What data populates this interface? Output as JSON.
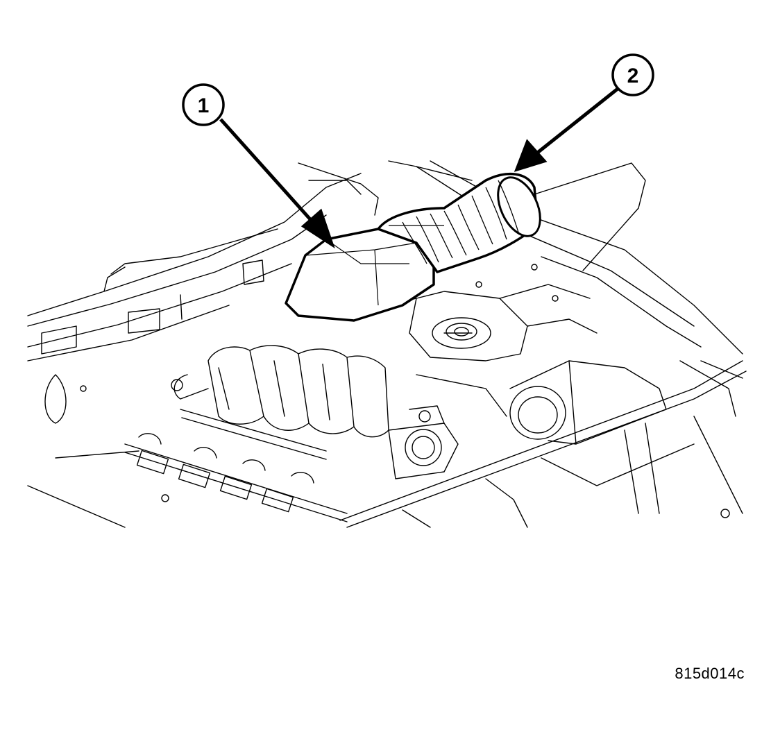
{
  "callouts": [
    {
      "label": "1"
    },
    {
      "label": "2"
    }
  ],
  "figure_id": "815d014c",
  "colors": {
    "line": "#000000",
    "background": "#ffffff"
  }
}
